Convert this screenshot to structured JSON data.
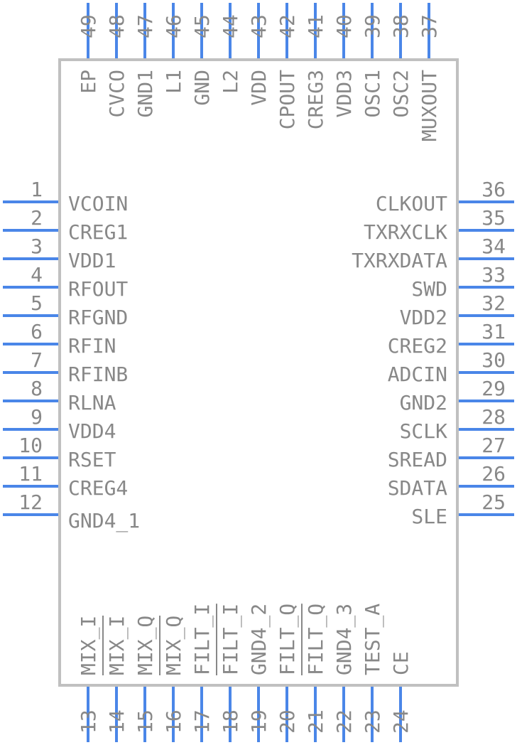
{
  "pins": {
    "left": [
      {
        "num": "1",
        "name": "VCOIN"
      },
      {
        "num": "2",
        "name": "CREG1"
      },
      {
        "num": "3",
        "name": "VDD1"
      },
      {
        "num": "4",
        "name": "RFOUT"
      },
      {
        "num": "5",
        "name": "RFGND"
      },
      {
        "num": "6",
        "name": "RFIN"
      },
      {
        "num": "7",
        "name": "RFINB"
      },
      {
        "num": "8",
        "name": "RLNA"
      },
      {
        "num": "9",
        "name": "VDD4"
      },
      {
        "num": "10",
        "name": "RSET"
      },
      {
        "num": "11",
        "name": "CREG4"
      },
      {
        "num": "12",
        "name": "GND4_1"
      }
    ],
    "bottom": [
      {
        "num": "13",
        "name": "MIX_I",
        "overbar": true
      },
      {
        "num": "14",
        "name": "MIX_I"
      },
      {
        "num": "15",
        "name": "MIX_Q",
        "overbar": true
      },
      {
        "num": "16",
        "name": "MIX_Q"
      },
      {
        "num": "17",
        "name": "FILT_I",
        "overbar": true
      },
      {
        "num": "18",
        "name": "FILT_I"
      },
      {
        "num": "19",
        "name": "GND4_2"
      },
      {
        "num": "20",
        "name": "FILT_Q",
        "overbar": true
      },
      {
        "num": "21",
        "name": "FILT_Q"
      },
      {
        "num": "22",
        "name": "GND4_3"
      },
      {
        "num": "23",
        "name": "TEST_A"
      },
      {
        "num": "24",
        "name": "CE"
      }
    ],
    "right": [
      {
        "num": "25",
        "name": "SLE"
      },
      {
        "num": "26",
        "name": "SDATA"
      },
      {
        "num": "27",
        "name": "SREAD"
      },
      {
        "num": "28",
        "name": "SCLK"
      },
      {
        "num": "29",
        "name": "GND2"
      },
      {
        "num": "30",
        "name": "ADCIN"
      },
      {
        "num": "31",
        "name": "CREG2"
      },
      {
        "num": "32",
        "name": "VDD2"
      },
      {
        "num": "33",
        "name": "SWD"
      },
      {
        "num": "34",
        "name": "TXRXDATA"
      },
      {
        "num": "35",
        "name": "TXRXCLK"
      },
      {
        "num": "36",
        "name": "CLKOUT"
      }
    ],
    "top": [
      {
        "num": "37",
        "name": "MUXOUT"
      },
      {
        "num": "38",
        "name": "OSC2"
      },
      {
        "num": "39",
        "name": "OSC1"
      },
      {
        "num": "40",
        "name": "VDD3"
      },
      {
        "num": "41",
        "name": "CREG3"
      },
      {
        "num": "42",
        "name": "CPOUT"
      },
      {
        "num": "43",
        "name": "VDD"
      },
      {
        "num": "44",
        "name": "L2"
      },
      {
        "num": "45",
        "name": "GND"
      },
      {
        "num": "46",
        "name": "L1"
      },
      {
        "num": "47",
        "name": "GND1"
      },
      {
        "num": "48",
        "name": "CVCO"
      },
      {
        "num": "49",
        "name": "EP"
      }
    ]
  }
}
